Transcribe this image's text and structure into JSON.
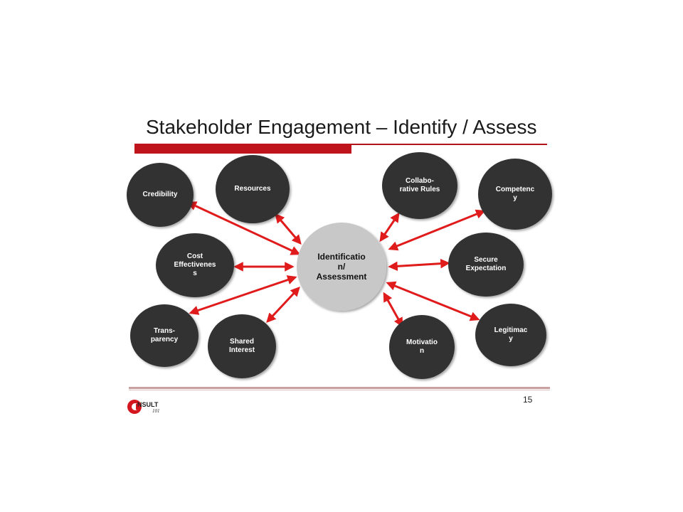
{
  "slide": {
    "title": "Stakeholder Engagement – Identify / Assess",
    "page_number": "15"
  },
  "logo": {
    "word": "NSULT",
    "number": "101"
  },
  "colors": {
    "accent_red": "#c0141c",
    "node_dark": "#333333",
    "center_gray": "#c8c8c8",
    "arrow_red": "#e01b1b"
  },
  "center": {
    "label": "Identificatio\nn/\nAssessment"
  },
  "nodes": [
    {
      "id": "credibility",
      "label": "Credibility"
    },
    {
      "id": "resources",
      "label": "Resources"
    },
    {
      "id": "cost-effectiveness",
      "label": "Cost\nEffectivenes\ns"
    },
    {
      "id": "transparency",
      "label": "Trans-\nparency"
    },
    {
      "id": "shared-interest",
      "label": "Shared\nInterest"
    },
    {
      "id": "collaborative-rules",
      "label": "Collabo-\nrative Rules"
    },
    {
      "id": "competency",
      "label": "Competenc\ny"
    },
    {
      "id": "secure-expectation",
      "label": "Secure\nExpectation"
    },
    {
      "id": "legitimacy",
      "label": "Legitimac\ny"
    },
    {
      "id": "motivation",
      "label": "Motivatio\nn"
    }
  ]
}
